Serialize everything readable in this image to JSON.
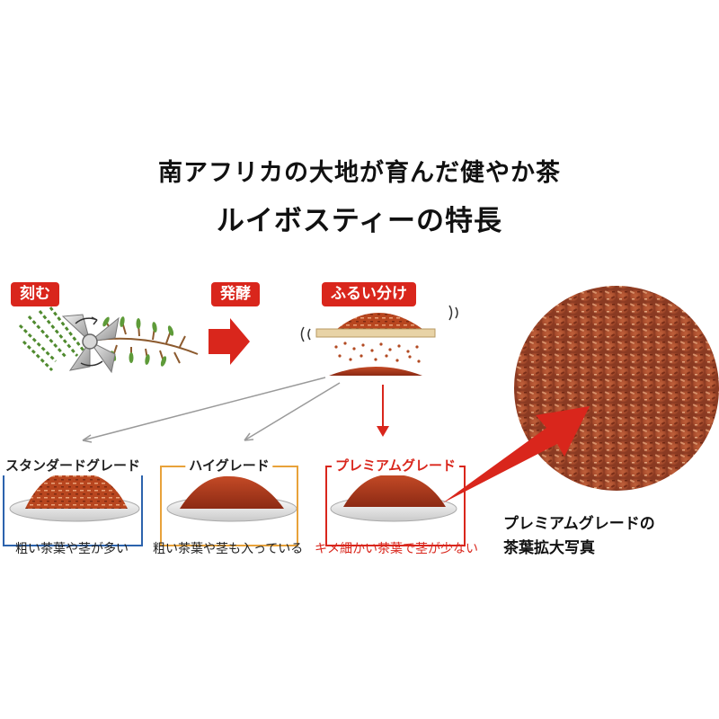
{
  "headline": {
    "line1": "南アフリカの大地が育んだ健やか茶",
    "line2": "ルイボスティーの特長"
  },
  "steps": [
    {
      "label": "刻む"
    },
    {
      "label": "発酵"
    },
    {
      "label": "ふるい分け"
    }
  ],
  "grades": [
    {
      "name": "スタンダードグレード",
      "description": "粗い茶葉や茎が多い",
      "color": "#2c63ad"
    },
    {
      "name": "ハイグレード",
      "description": "粗い茶葉や茎も入っている",
      "color": "#e8a23a"
    },
    {
      "name": "プレミアムグレード",
      "description": "キメ細かい茶葉で茎が少ない",
      "color": "#d9261c"
    }
  ],
  "zoom": {
    "caption_line1": "プレミアムグレードの",
    "caption_line2": "茶葉拡大写真"
  },
  "colors": {
    "accent_red": "#d9261c",
    "tea_red": "#a63a1e",
    "leaf_green": "#4f8a2e"
  }
}
